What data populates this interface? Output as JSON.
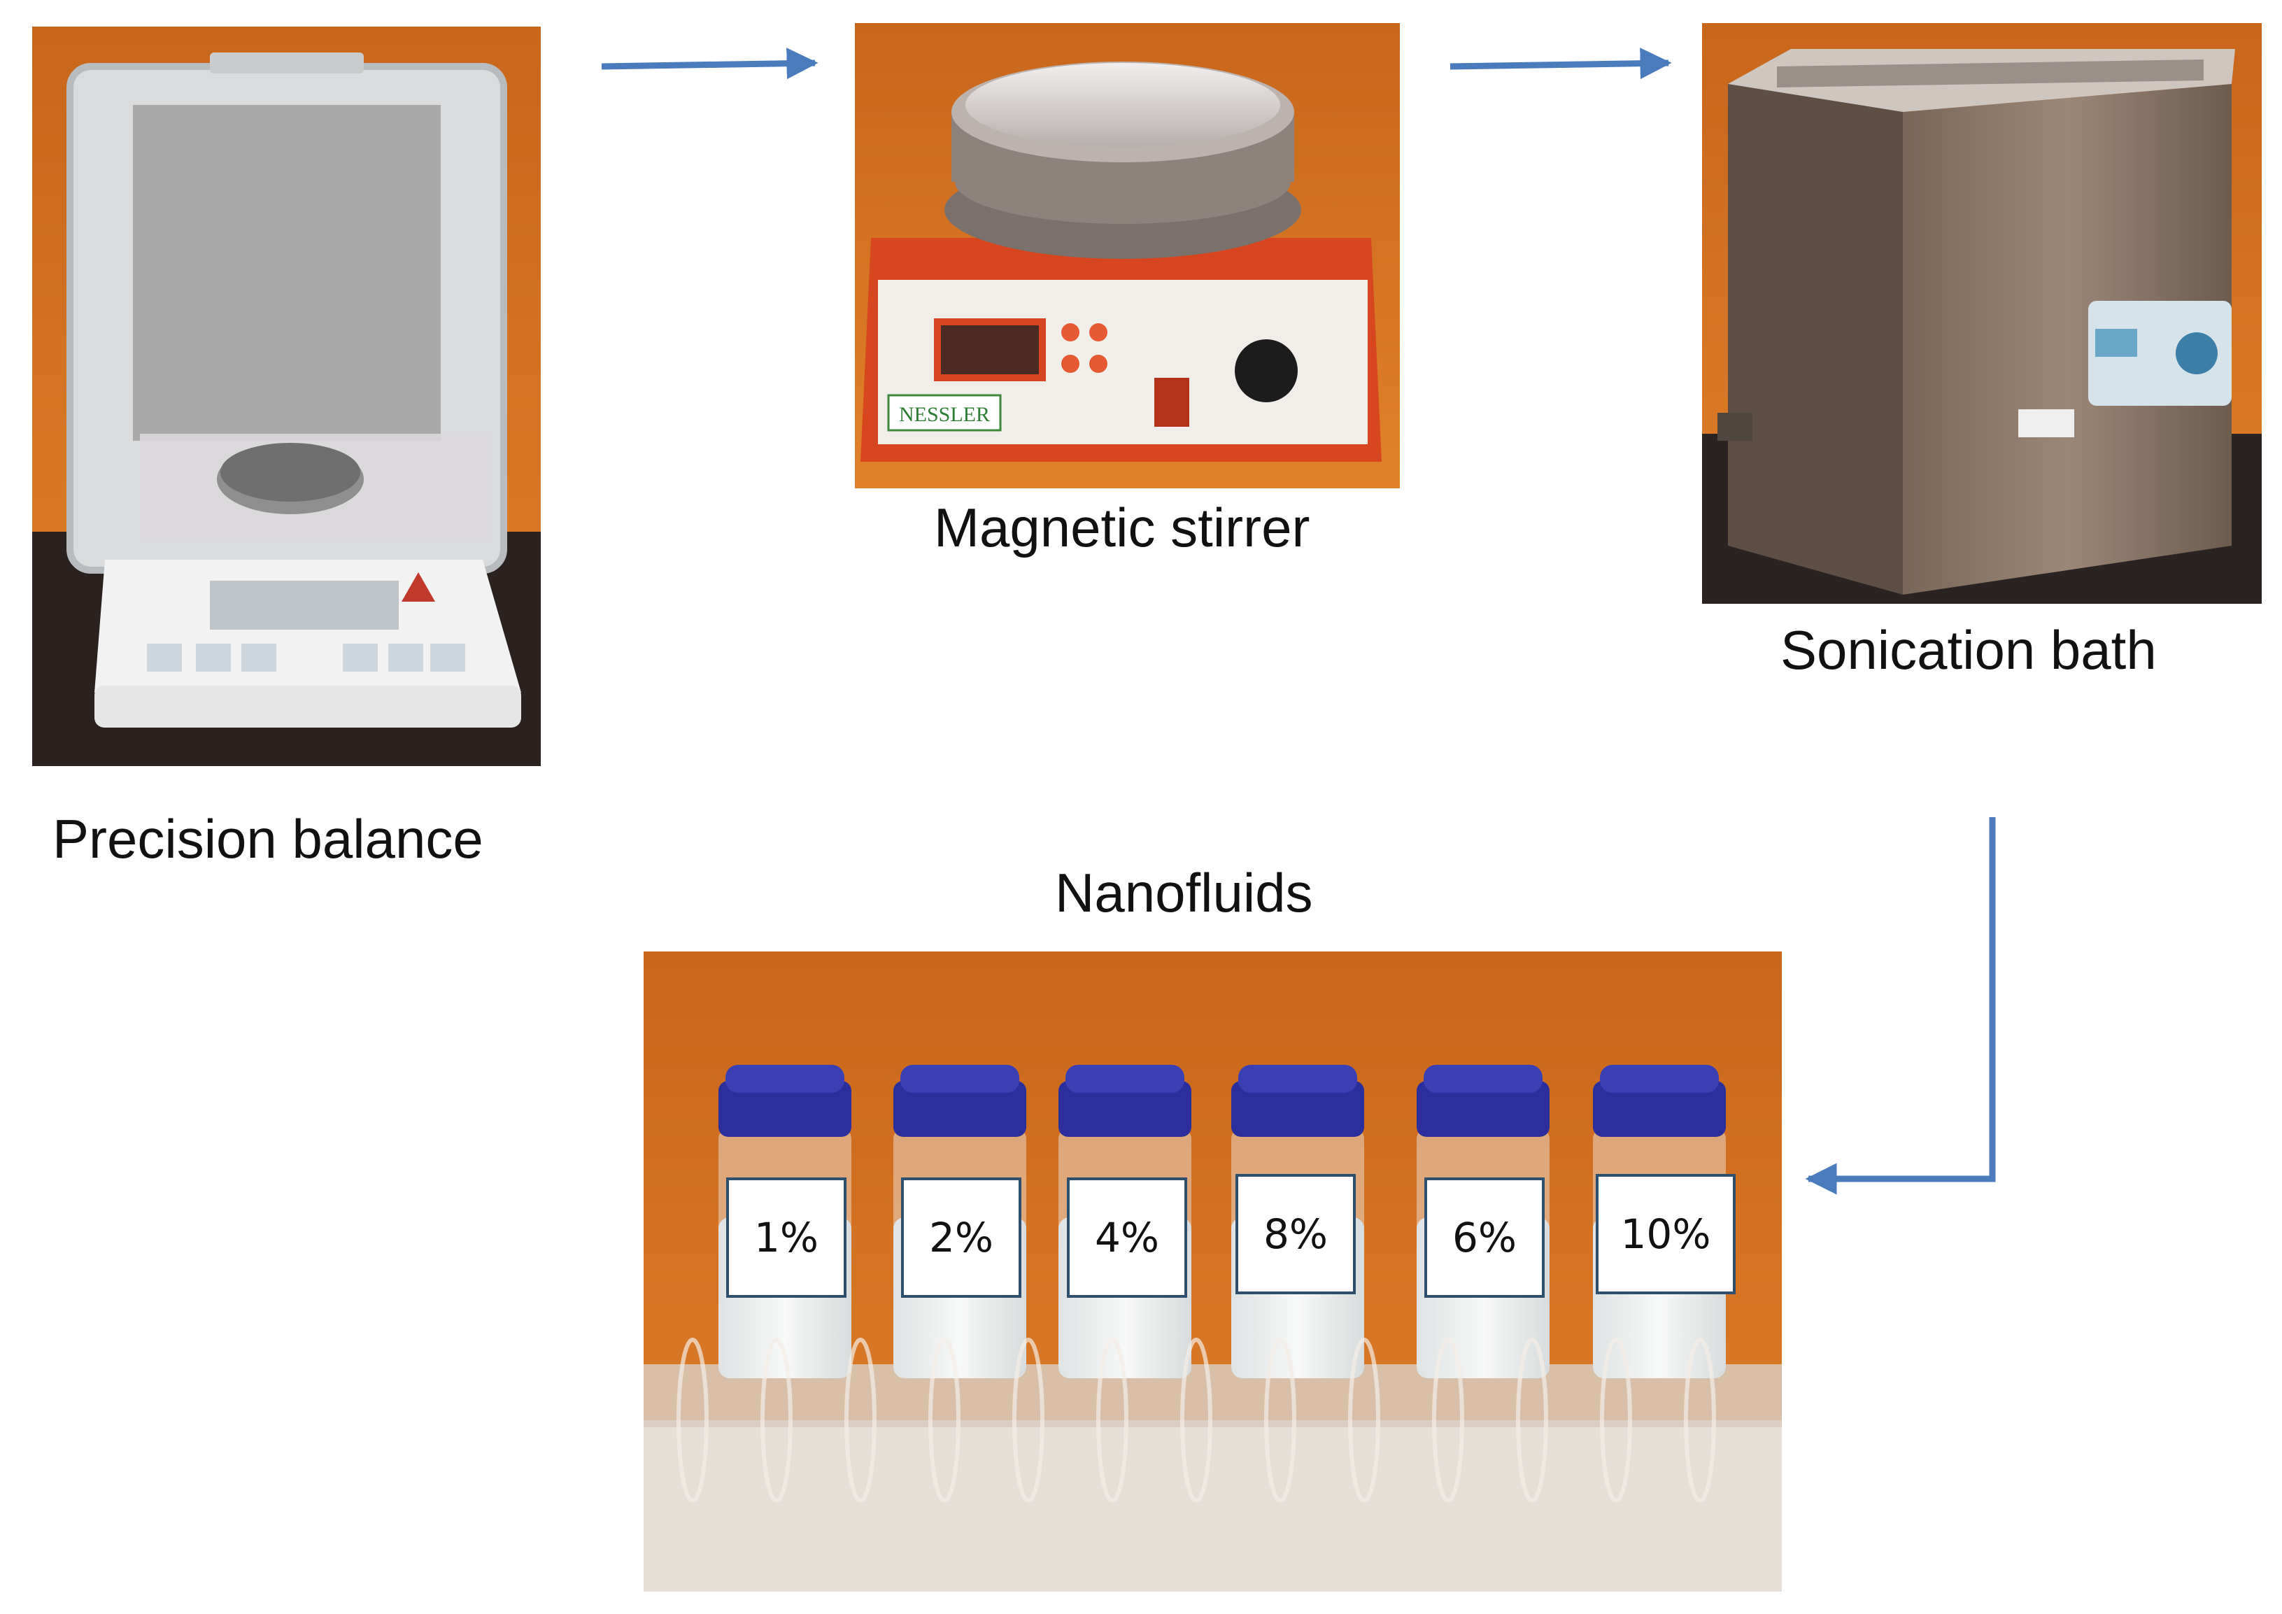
{
  "steps": {
    "balance": {
      "label": "Precision balance"
    },
    "stirrer": {
      "label": "Magnetic stirrer"
    },
    "sonication": {
      "label": "Sonication bath"
    },
    "nanofluids": {
      "label": "Nanofluids"
    }
  },
  "stirrer_brand": "NESSLER",
  "vials": [
    {
      "label": "1%"
    },
    {
      "label": "2%"
    },
    {
      "label": "4%"
    },
    {
      "label": "8%"
    },
    {
      "label": "6%"
    },
    {
      "label": "10%"
    }
  ],
  "colors": {
    "arrow": "#4a7bbd",
    "background_orange": "#cf6a1e",
    "cap_blue": "#2a2f9c",
    "stirrer_body": "#d8461f",
    "steel": "#8a776a",
    "fluid_white": "#eef0f0"
  }
}
